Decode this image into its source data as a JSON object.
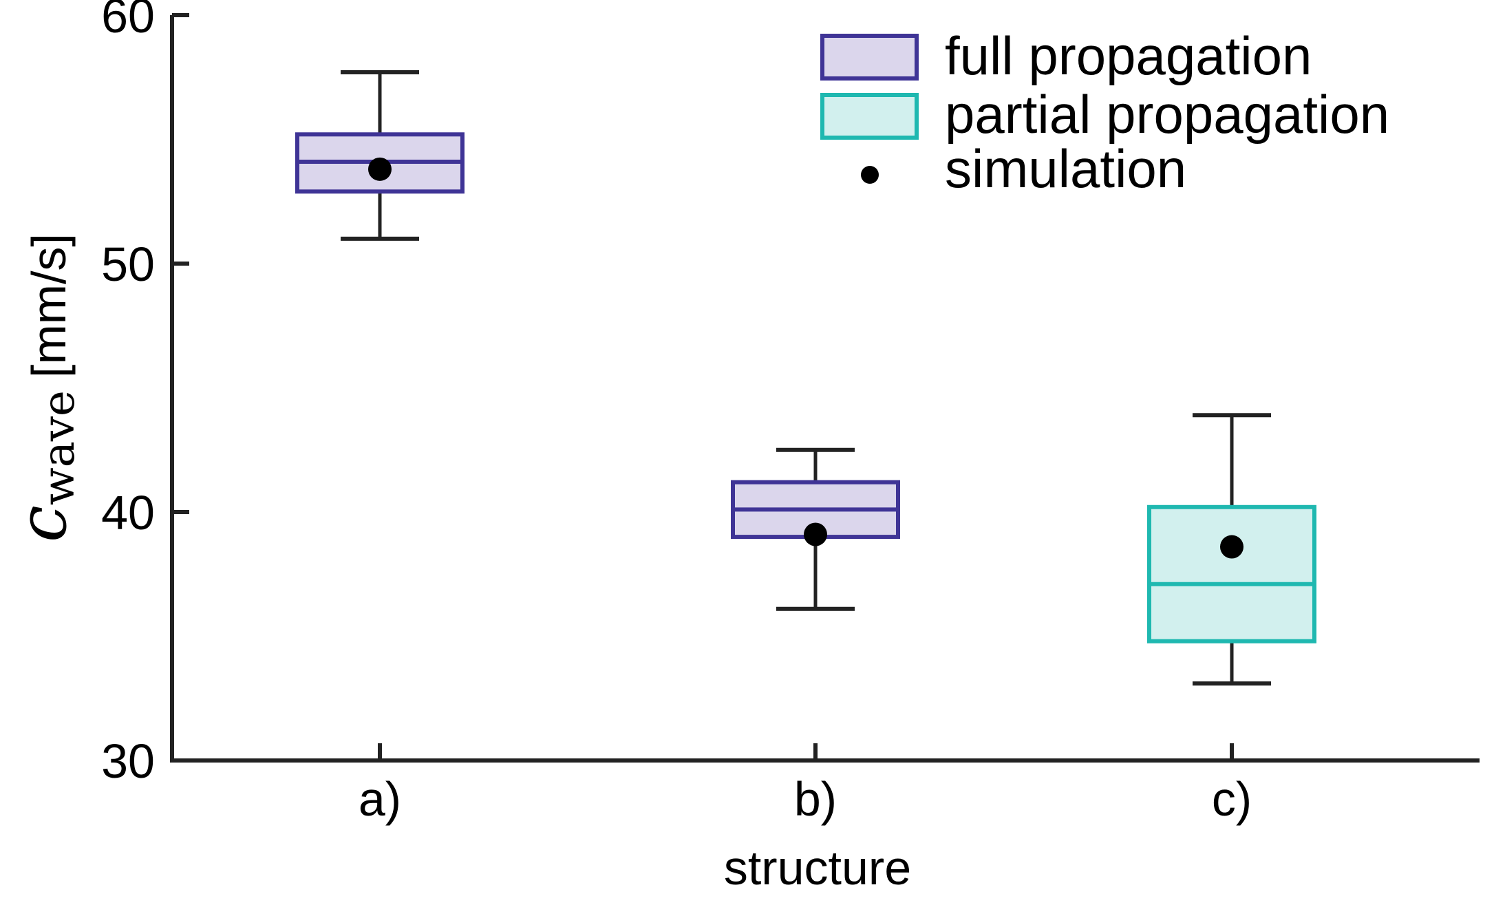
{
  "chart_data": {
    "type": "box",
    "categories": [
      "a)",
      "b)",
      "c)"
    ],
    "xlabel": "structure",
    "ylabel": {
      "symbol": "c",
      "subscript": "wave",
      "unit": "[mm/s]"
    },
    "ylim": [
      30,
      60
    ],
    "yticks": [
      "30",
      "40",
      "50",
      "60"
    ],
    "grid": false,
    "legend_position": "top-right",
    "series": [
      {
        "name": "full propagation",
        "fill": "#dbd6ec",
        "stroke": "#3f3496"
      },
      {
        "name": "partial propagation",
        "fill": "#d2f0ee",
        "stroke": "#1fb8b0"
      },
      {
        "name": "simulation",
        "color": "#000000"
      }
    ],
    "boxes": [
      {
        "category": "a)",
        "series": "full propagation",
        "whisker_low": 51.0,
        "q1": 52.9,
        "median": 54.1,
        "q3": 55.2,
        "whisker_high": 57.7,
        "simulation": 53.8
      },
      {
        "category": "b)",
        "series": "full propagation",
        "whisker_low": 36.1,
        "q1": 39.0,
        "median": 40.1,
        "q3": 41.2,
        "whisker_high": 42.5,
        "simulation": 39.1
      },
      {
        "category": "c)",
        "series": "partial propagation",
        "whisker_low": 33.1,
        "q1": 34.8,
        "median": 37.1,
        "q3": 40.2,
        "whisker_high": 43.9,
        "simulation": 38.6
      }
    ]
  }
}
